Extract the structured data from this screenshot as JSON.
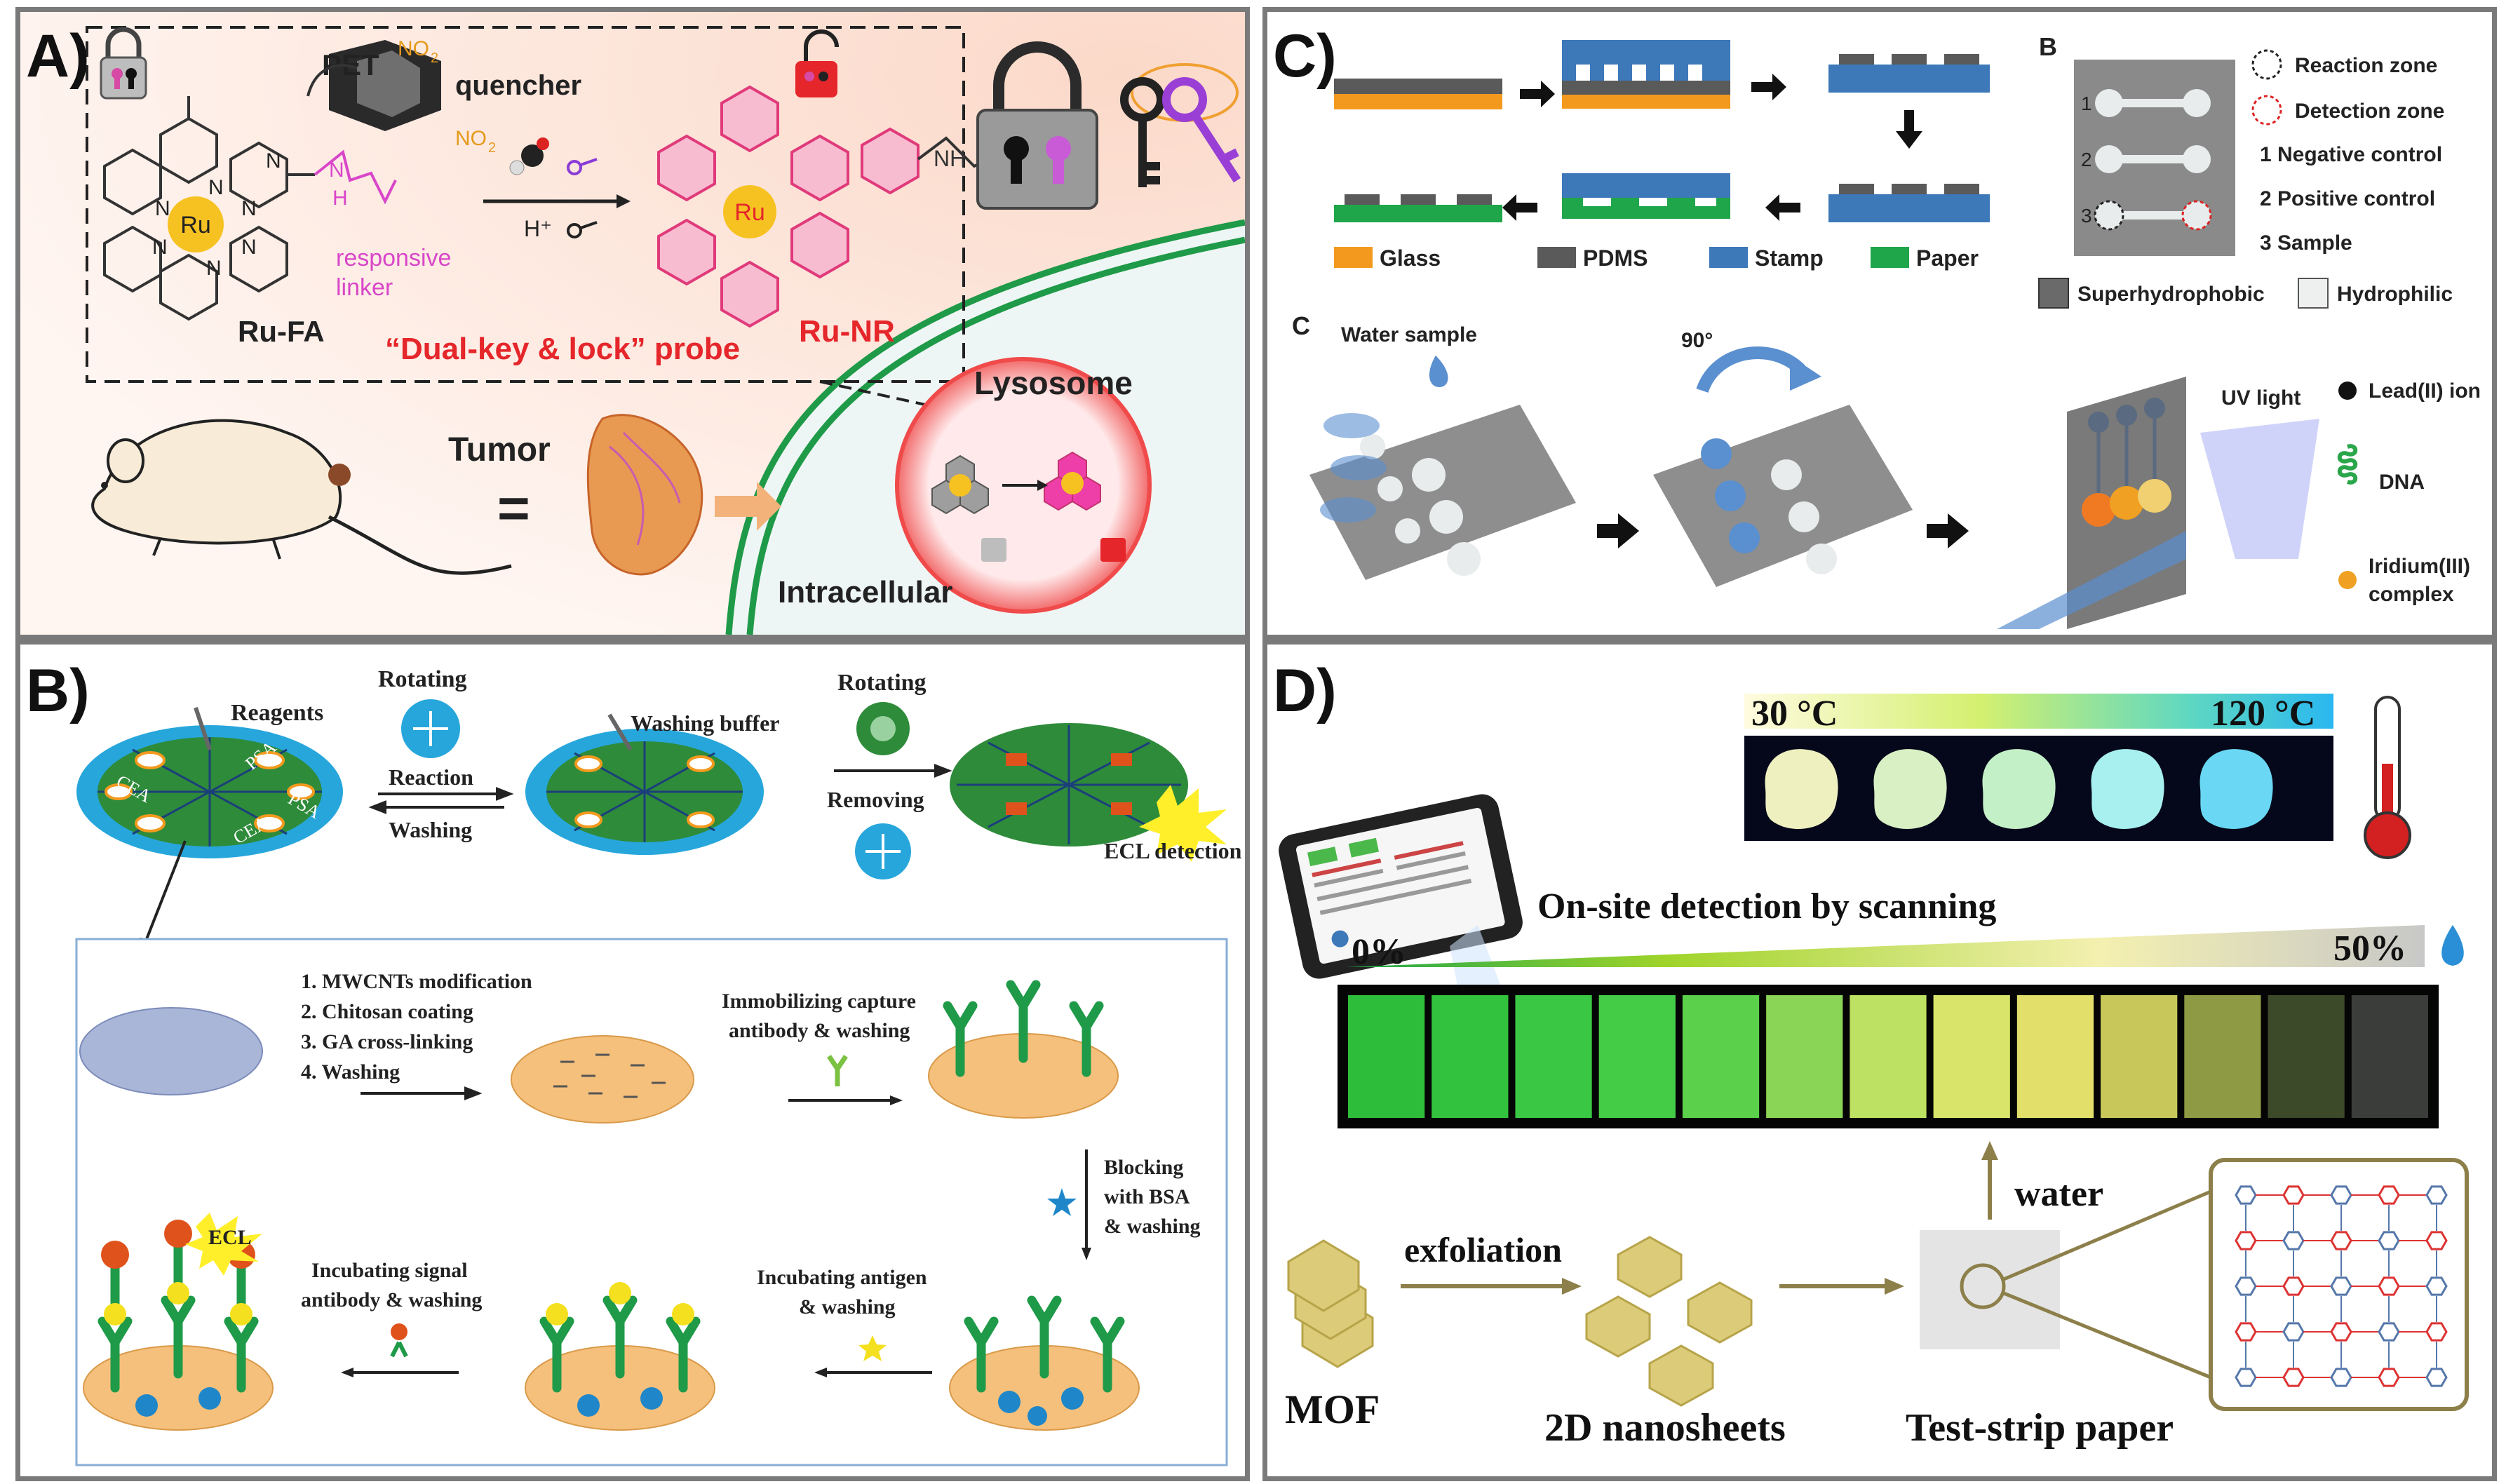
{
  "panelA": {
    "letter": "A)",
    "pet": "PET",
    "quencher": "quencher",
    "no2": "NO",
    "no2_sub": "2",
    "ru": "Ru",
    "ru_fa": "Ru-FA",
    "ru_nr": "Ru-NR",
    "n": "N",
    "nh_h": "H",
    "nh_n": "N",
    "nh": "NH",
    "hplus": "H⁺",
    "responsive": "responsive",
    "linker": "linker",
    "probe": "“Dual-key & lock” probe",
    "tumor": "Tumor",
    "equals": "=",
    "lysosome": "Lysosome",
    "intracellular": "Intracellular",
    "colors": {
      "pink": "#e0368a",
      "red": "#e5262b",
      "orange": "#e59a1c",
      "green": "#2aa64b"
    }
  },
  "panelB": {
    "letter": "B)",
    "reagents": "Reagents",
    "rotating1": "Rotating",
    "reaction": "Reaction",
    "washing": "Washing",
    "washing_buffer": "Washing buffer",
    "rotating2": "Rotating",
    "removing": "Removing",
    "ecl_detection": "ECL detection",
    "disc_labels": [
      "PSA",
      "CEA",
      "CEA",
      "PSA"
    ],
    "steps": [
      "1.  MWCNTs modification",
      "2.  Chitosan coating",
      "3.  GA cross-linking",
      "4.  Washing"
    ],
    "immob1": "Immobilizing capture",
    "immob2": "antibody & washing",
    "blocking1": "Blocking",
    "blocking2": "with BSA",
    "blocking3": "& washing",
    "incub_antigen1": "Incubating antigen",
    "incub_antigen2": "& washing",
    "incub_signal1": "Incubating signal",
    "incub_signal2": "antibody & washing",
    "ecl": "ECL"
  },
  "panelC": {
    "letter": "C)",
    "legend": [
      "Glass",
      "PDMS",
      "Stamp",
      "Paper"
    ],
    "legend_colors": [
      "#f39a1e",
      "#5a5a5a",
      "#3d78b9",
      "#1fa64a"
    ],
    "sub_b": "B",
    "chip_numbers": [
      "1",
      "2",
      "3"
    ],
    "zones": [
      "Reaction zone",
      "Detection zone"
    ],
    "controls": [
      "1   Negative control",
      "2   Positive control",
      "3   Sample"
    ],
    "superhydrophobic": "Superhydrophobic",
    "hydrophilic": "Hydrophilic",
    "sub_c": "C",
    "water_sample": "Water sample",
    "angle": "90°",
    "uv": "UV light",
    "lead": "Lead(II) ion",
    "dna": "DNA",
    "iridium1": "Iridium(III)",
    "iridium2": "complex"
  },
  "panelD": {
    "letter": "D)",
    "temp_low": "30 °C",
    "temp_high": "120 °C",
    "onsite": "On-site detection by scanning",
    "pct_low": "0%",
    "pct_high": "50%",
    "water": "water",
    "exfoliation": "exfoliation",
    "mof": "MOF",
    "nanosheets": "2D nanosheets",
    "test_strip": "Test-strip paper",
    "strip_colors": [
      "#2ebd3a",
      "#33c23e",
      "#3ac744",
      "#45cc46",
      "#5bd04a",
      "#8ad456",
      "#bde162",
      "#d9e56a",
      "#e2e06a",
      "#c8c85a",
      "#8f9a44",
      "#3d4a2a",
      "#3a3d3a"
    ],
    "temp_colors": [
      "#eef0c0",
      "#d8f0c4",
      "#c4f0c8",
      "#a8f0f0",
      "#6ad8f4"
    ]
  }
}
